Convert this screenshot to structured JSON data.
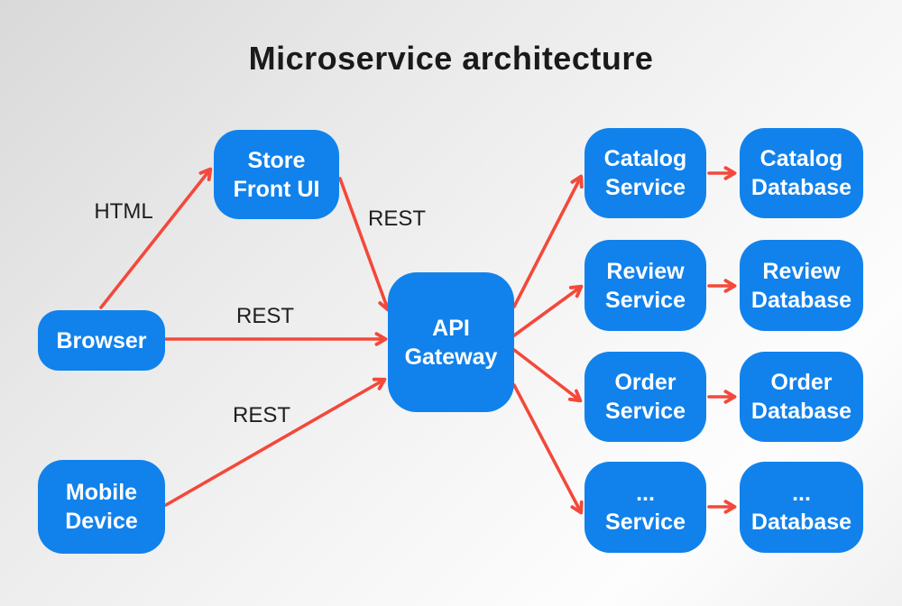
{
  "title": "Microservice architecture",
  "nodes": {
    "store_front_ui": {
      "label": "Store\nFront UI"
    },
    "browser": {
      "label": "Browser"
    },
    "mobile_device": {
      "label": "Mobile\nDevice"
    },
    "api_gateway": {
      "label": "API\nGateway"
    },
    "catalog_service": {
      "label": "Catalog\nService"
    },
    "catalog_database": {
      "label": "Catalog\nDatabase"
    },
    "review_service": {
      "label": "Review\nService"
    },
    "review_database": {
      "label": "Review\nDatabase"
    },
    "order_service": {
      "label": "Order\nService"
    },
    "order_database": {
      "label": "Order\nDatabase"
    },
    "etc_service": {
      "label": "...\nService"
    },
    "etc_database": {
      "label": "...\nDatabase"
    }
  },
  "edge_labels": {
    "browser_to_storefront": "HTML",
    "storefront_to_gateway": "REST",
    "browser_to_gateway": "REST",
    "mobile_to_gateway": "REST"
  },
  "colors": {
    "node_fill": "#1182ec",
    "node_text": "#ffffff",
    "arrow": "#f4483a",
    "title_text": "#1a1a1a",
    "background_start": "#d9d9d9",
    "background_end": "#f1f1f1"
  }
}
